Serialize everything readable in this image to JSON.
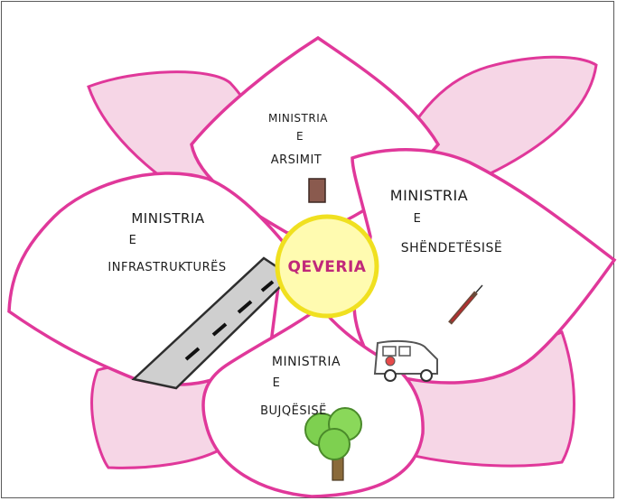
{
  "center": {
    "label": "QEVERIA"
  },
  "petals": [
    {
      "line1": "MINISTRIA",
      "line2": "E",
      "line3": "ARSIMIT"
    },
    {
      "line1": "MINISTRIA",
      "line2": "E",
      "line3": "SHËNDETËSISË"
    },
    {
      "line1": "MINISTRIA",
      "line2": "E",
      "line3": "INFRASTRUKTURËS"
    },
    {
      "line1": "MINISTRIA",
      "line2": "E",
      "line3": "BUJQËSISË"
    }
  ],
  "colors": {
    "outline": "#e0389a",
    "petal_fill": "#f6d6e6",
    "center_fill": "#fffbb0",
    "center_ring": "#f0e020",
    "center_text": "#c0287a"
  }
}
